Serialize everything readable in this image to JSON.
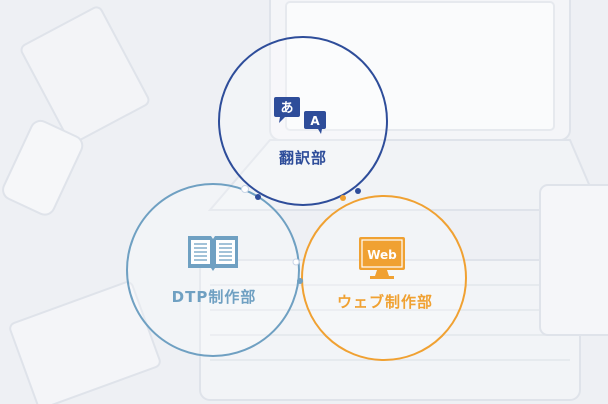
{
  "colors": {
    "translation": "#2e4d9a",
    "dtp": "#6fa0c2",
    "web": "#f0a132",
    "background": "#eef0f4"
  },
  "icons": {
    "translation": "speech-bubbles-a-icon",
    "dtp": "open-book-icon",
    "web": "monitor-web-icon"
  },
  "nodes": {
    "translation": {
      "label": "翻訳部",
      "icon_glyph_left": "あ",
      "icon_glyph_right": "A"
    },
    "dtp": {
      "label": "DTP制作部"
    },
    "web": {
      "label": "ウェブ制作部",
      "icon_text": "Web"
    }
  }
}
